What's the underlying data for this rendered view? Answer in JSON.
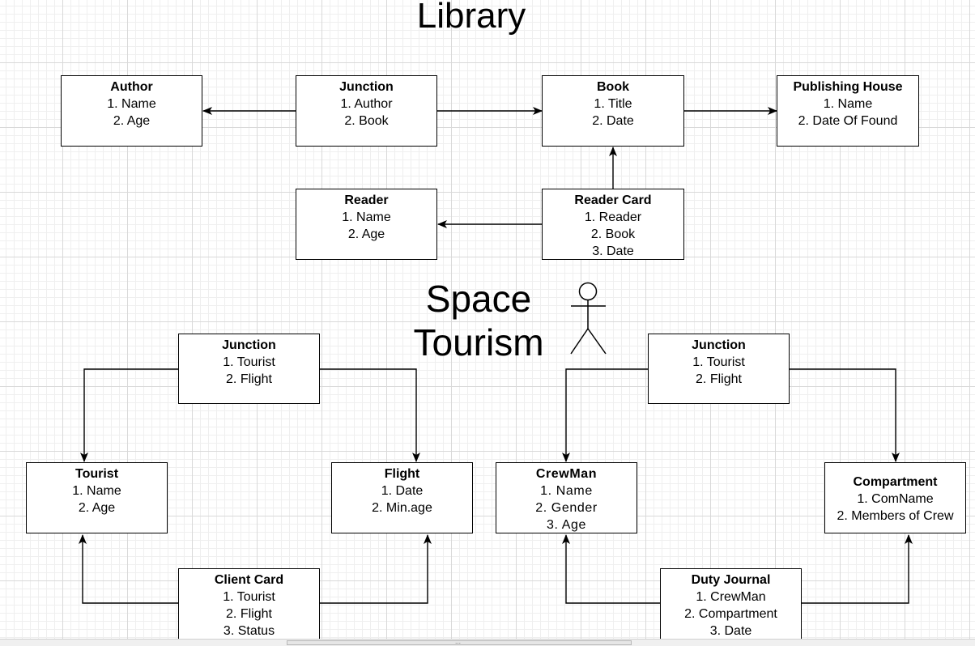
{
  "titles": {
    "library": "Library",
    "space_line1": "Space",
    "space_line2": "Tourism"
  },
  "entities": {
    "lib_author": {
      "name": "Author",
      "fields": [
        "1. Name",
        "2. Age"
      ]
    },
    "lib_junction": {
      "name": "Junction",
      "fields": [
        "1. Author",
        "2. Book"
      ]
    },
    "lib_book": {
      "name": "Book",
      "fields": [
        "1. Title",
        "2. Date"
      ]
    },
    "lib_publishing_house": {
      "name": "Publishing House",
      "fields": [
        "1. Name",
        "2. Date Of Found"
      ]
    },
    "lib_reader": {
      "name": "Reader",
      "fields": [
        "1. Name",
        "2. Age"
      ]
    },
    "lib_reader_card": {
      "name": "Reader Card",
      "fields": [
        "1. Reader",
        "2. Book",
        "3. Date"
      ]
    },
    "st_junction_left": {
      "name": "Junction",
      "fields": [
        "1. Tourist",
        "2. Flight"
      ]
    },
    "st_tourist": {
      "name": "Tourist",
      "fields": [
        "1. Name",
        "2. Age"
      ]
    },
    "st_flight": {
      "name": "Flight",
      "fields": [
        "1. Date",
        "2. Min.age"
      ]
    },
    "st_client_card": {
      "name": "Client Card",
      "fields": [
        "1. Tourist",
        "2. Flight",
        "3. Status"
      ]
    },
    "st_junction_right": {
      "name": "Junction",
      "fields": [
        "1. Tourist",
        "2. Flight"
      ]
    },
    "st_crewman": {
      "name": "CrewMan",
      "fields": [
        "1. Name",
        "2. Gender",
        "3. Age"
      ]
    },
    "st_compartment": {
      "name": "Compartment",
      "fields": [
        "1. ComName",
        "2. Members of Crew"
      ]
    },
    "st_duty_journal": {
      "name": "Duty Journal",
      "fields": [
        "1. CrewMan",
        "2. Compartment",
        "3. Date"
      ]
    }
  },
  "connectors": [
    {
      "from": "lib_junction",
      "to": "lib_author"
    },
    {
      "from": "lib_junction",
      "to": "lib_book"
    },
    {
      "from": "lib_book",
      "to": "lib_publishing_house"
    },
    {
      "from": "lib_reader_card",
      "to": "lib_book"
    },
    {
      "from": "lib_reader_card",
      "to": "lib_reader"
    },
    {
      "from": "st_junction_left",
      "to": "st_tourist"
    },
    {
      "from": "st_junction_left",
      "to": "st_flight"
    },
    {
      "from": "st_client_card",
      "to": "st_tourist"
    },
    {
      "from": "st_client_card",
      "to": "st_flight"
    },
    {
      "from": "st_junction_right",
      "to": "st_crewman"
    },
    {
      "from": "st_junction_right",
      "to": "st_compartment"
    },
    {
      "from": "st_duty_journal",
      "to": "st_crewman"
    },
    {
      "from": "st_duty_journal",
      "to": "st_compartment"
    }
  ]
}
